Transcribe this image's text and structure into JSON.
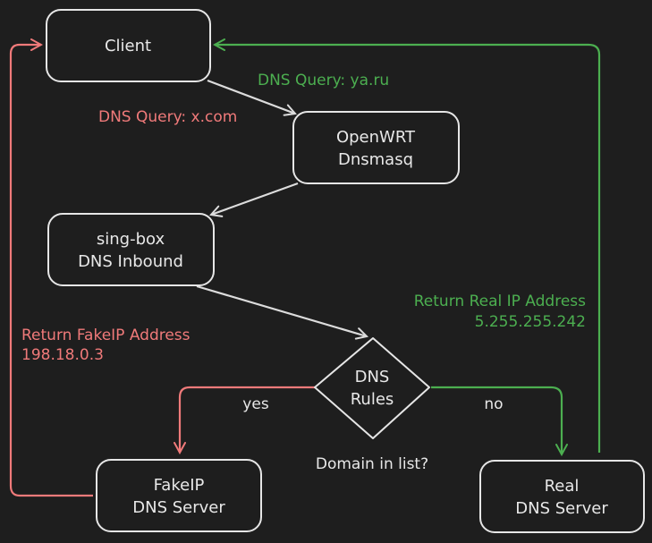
{
  "colors": {
    "background": "#1e1e1e",
    "node_stroke": "#e6e6e6",
    "edge_default": "#dcdcdc",
    "edge_fake": "#f07a7a",
    "edge_real": "#4caf50",
    "label_fake": "#f07a7a",
    "label_real": "#4caf50"
  },
  "nodes": {
    "client": {
      "label": "Client"
    },
    "openwrt": {
      "line1": "OpenWRT",
      "line2": "Dnsmasq"
    },
    "singbox": {
      "line1": "sing-box",
      "line2": "DNS Inbound"
    },
    "dns_rules": {
      "line1": "DNS",
      "line2": "Rules"
    },
    "fakeip": {
      "line1": "FakeIP",
      "line2": "DNS Server"
    },
    "real": {
      "line1": "Real",
      "line2": "DNS Server"
    }
  },
  "labels": {
    "dns_query_ya": "DNS Query: ya.ru",
    "dns_query_x": "DNS Query: x.com",
    "return_real_line1": "Return Real IP Address",
    "return_real_line2": "5.255.255.242",
    "return_fake_line1": "Return FakeIP Address",
    "return_fake_line2": "198.18.0.3",
    "yes": "yes",
    "no": "no",
    "domain_in_list": "Domain in list?"
  }
}
